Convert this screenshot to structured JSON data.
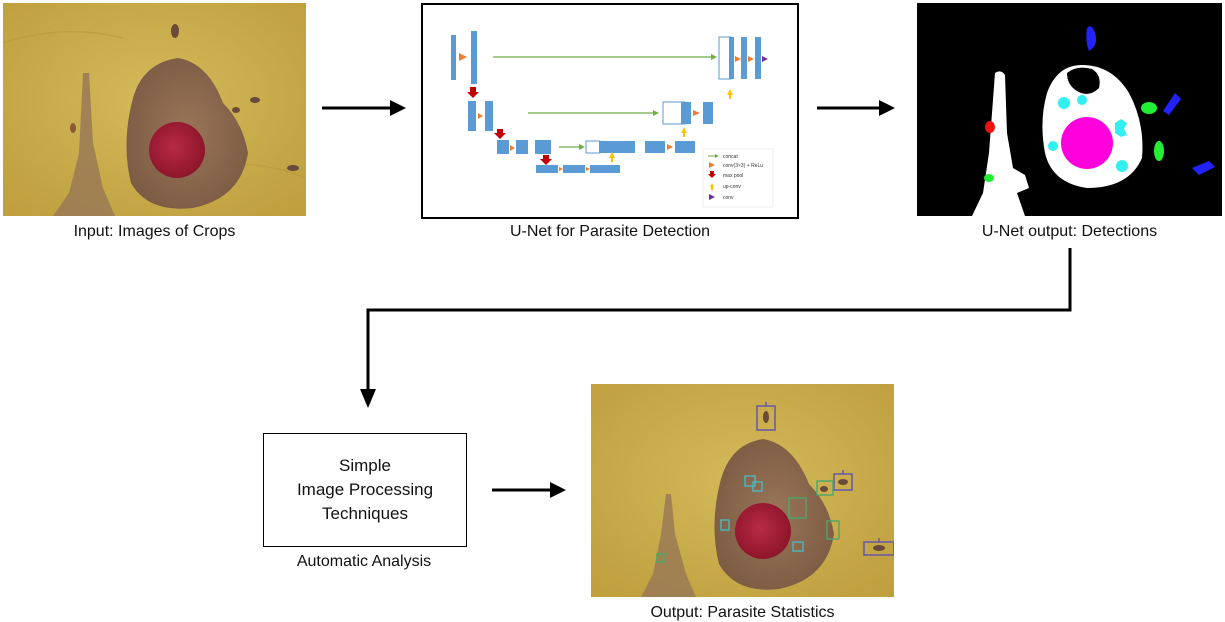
{
  "captions": {
    "input": "Input: Images of Crops",
    "unet": "U-Net for Parasite Detection",
    "unet_output": "U-Net output: Detections",
    "analysis": "Automatic Analysis",
    "output": "Output: Parasite Statistics"
  },
  "processing_box": {
    "line1": "Simple",
    "line2": "Image Processing",
    "line3": "Techniques"
  },
  "unet_diagram": {
    "legend": [
      "concat",
      "conv(3×3) + ReLu",
      "max pool",
      "up-conv",
      "conv"
    ]
  },
  "colors": {
    "micro_background": "#c9ad4a",
    "nucleus": "#a41e37",
    "cell": "#8a6a4a",
    "mask_background": "#000000",
    "mask_cell": "#ffffff",
    "mask_nucleus": "#ff00dd",
    "mask_cyan": "#33f0f0",
    "mask_green": "#22ee33",
    "mask_blue": "#2222ff",
    "mask_red": "#ee1111",
    "unet_block": "#5b9bd5",
    "arrow_conv": "#ed7d31",
    "arrow_pool": "#c00000",
    "arrow_upconv": "#ffc000",
    "arrow_final": "#7030a0",
    "arrow_concat": "#70ad47"
  }
}
